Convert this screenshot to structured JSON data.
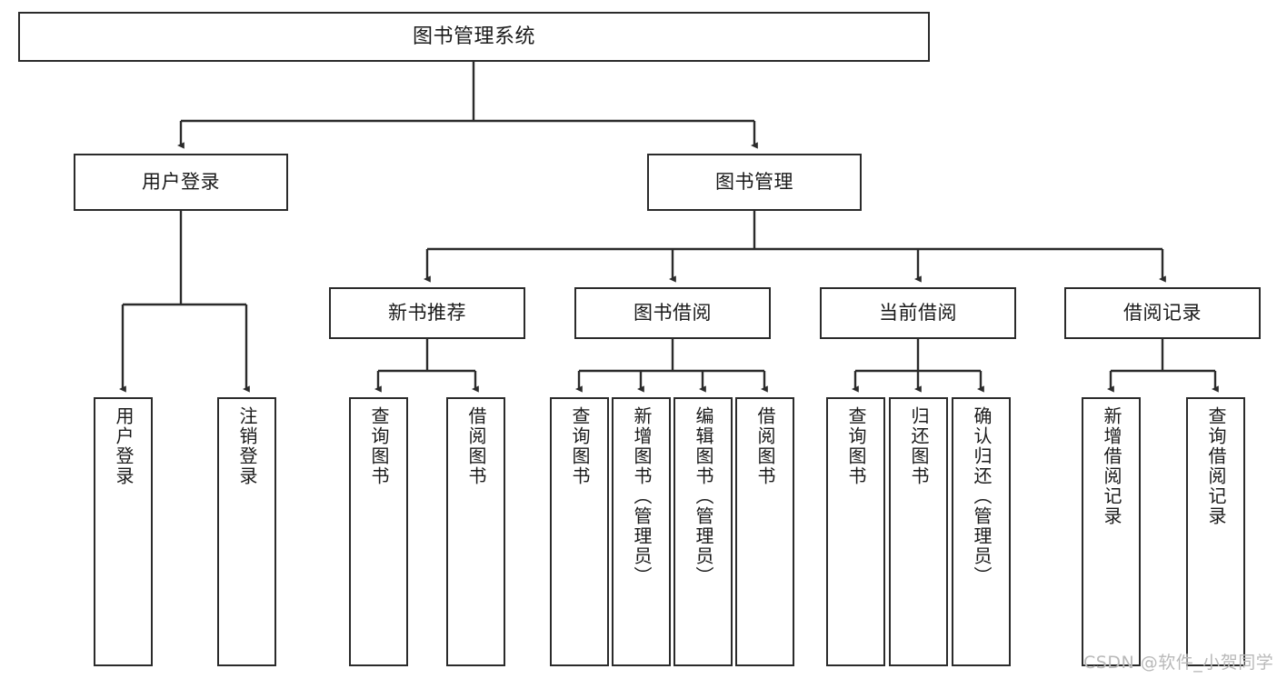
{
  "diagram": {
    "type": "tree-hierarchy",
    "title": "图书管理系统",
    "orientation": "top-down",
    "stroke_color": "#2b2b2b",
    "fill_color": "#ffffff",
    "text_color": "#1a1a1a",
    "levels": 4
  },
  "nodes": {
    "root": {
      "label": "图书管理系统"
    },
    "level2": [
      {
        "id": "user-login",
        "label": "用户登录"
      },
      {
        "id": "book-manage",
        "label": "图书管理"
      }
    ],
    "level3": [
      {
        "id": "new-book-recommend",
        "label": "新书推荐"
      },
      {
        "id": "book-borrow",
        "label": "图书借阅"
      },
      {
        "id": "current-borrow",
        "label": "当前借阅"
      },
      {
        "id": "borrow-record",
        "label": "借阅记录"
      }
    ],
    "leaves": [
      {
        "id": "leaf-user-login",
        "label": "用户登录",
        "parent": "user-login"
      },
      {
        "id": "leaf-logout",
        "label": "注销登录",
        "parent": "user-login"
      },
      {
        "id": "leaf-query-book-1",
        "label": "查询图书",
        "parent": "new-book-recommend"
      },
      {
        "id": "leaf-borrow-book-1",
        "label": "借阅图书",
        "parent": "new-book-recommend"
      },
      {
        "id": "leaf-query-book-2",
        "label": "查询图书",
        "parent": "book-borrow"
      },
      {
        "id": "leaf-add-book",
        "label": "新增图书（管理员）",
        "parent": "book-borrow"
      },
      {
        "id": "leaf-edit-book",
        "label": "编辑图书（管理员）",
        "parent": "book-borrow"
      },
      {
        "id": "leaf-borrow-book-2",
        "label": "借阅图书",
        "parent": "book-borrow"
      },
      {
        "id": "leaf-query-book-3",
        "label": "查询图书",
        "parent": "current-borrow"
      },
      {
        "id": "leaf-return-book",
        "label": "归还图书",
        "parent": "current-borrow"
      },
      {
        "id": "leaf-confirm-return",
        "label": "确认归还（管理员）",
        "parent": "current-borrow"
      },
      {
        "id": "leaf-add-record",
        "label": "新增借阅记录",
        "parent": "borrow-record"
      },
      {
        "id": "leaf-query-record",
        "label": "查询借阅记录",
        "parent": "borrow-record"
      }
    ]
  },
  "watermark": {
    "text": "CSDN @软件_小贺同学"
  }
}
